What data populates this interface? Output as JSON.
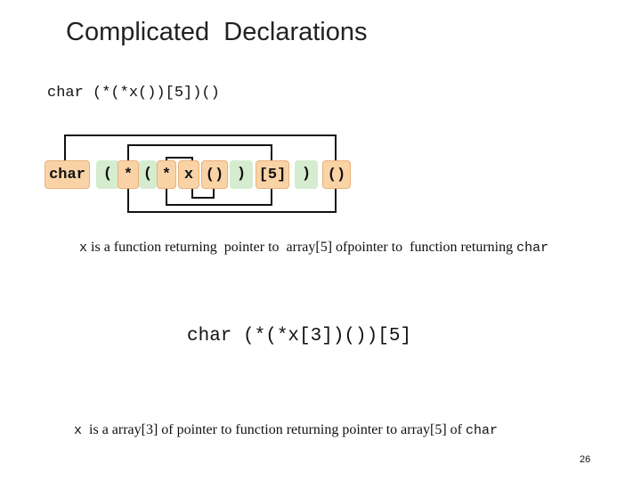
{
  "slide": {
    "title": "Complicated  Declarations",
    "example1": {
      "declaration": "char (*(*x())[5])()",
      "tokens": [
        "char",
        "(",
        "*",
        "(",
        "*",
        "x",
        "()",
        ")",
        "[5]",
        ")",
        "()"
      ],
      "description": {
        "var": "x",
        "is_a": "is a",
        "text": "function returning  pointer to  array[5] ofpointer to  function returning",
        "type": "char"
      }
    },
    "example2": {
      "declaration": "char (*(*x[3])())[5]",
      "description": {
        "var": "x",
        "text": "is a array[3] of pointer to function returning pointer to array[5] of",
        "type": "char"
      }
    },
    "page_number": "26"
  }
}
